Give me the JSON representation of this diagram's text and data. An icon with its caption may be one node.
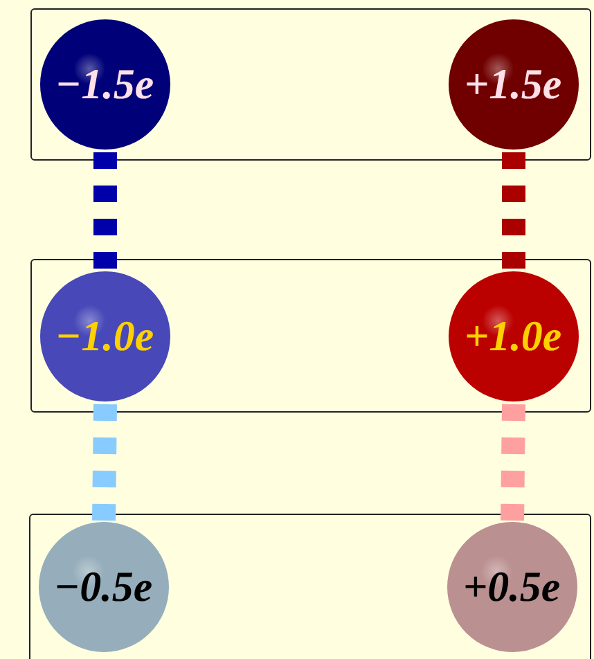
{
  "diagram": {
    "nodes": [
      {
        "text": [],
        "shape": "box"
      },
      {
        "text": [
          "−1.5e"
        ],
        "in": 0
      },
      {
        "text": [
          "+1.5e"
        ],
        "in": 0
      },
      {
        "text": [],
        "shape": "box"
      },
      {
        "text": [
          "−1.0e"
        ],
        "in": 3
      },
      {
        "text": [
          "+1.0e"
        ],
        "in": 3
      },
      {
        "text": [],
        "shape": "box"
      },
      {
        "text": [
          "−0.5e"
        ],
        "in": 6
      },
      {
        "text": [
          "+0.5e"
        ],
        "in": 6
      }
    ],
    "edges": [
      {
        "from": 1,
        "to": 4,
        "arrow": "none",
        "style": "dashed",
        "color": "#0000aa"
      },
      {
        "from": 2,
        "to": 5,
        "arrow": "none",
        "style": "dashed",
        "color": "#aa0000"
      },
      {
        "from": 4,
        "to": 7,
        "arrow": "none",
        "style": "dashed",
        "color": "#88ccff"
      },
      {
        "from": 5,
        "to": 8,
        "arrow": "none",
        "style": "dashed",
        "color": "#ffa0a0"
      }
    ]
  }
}
